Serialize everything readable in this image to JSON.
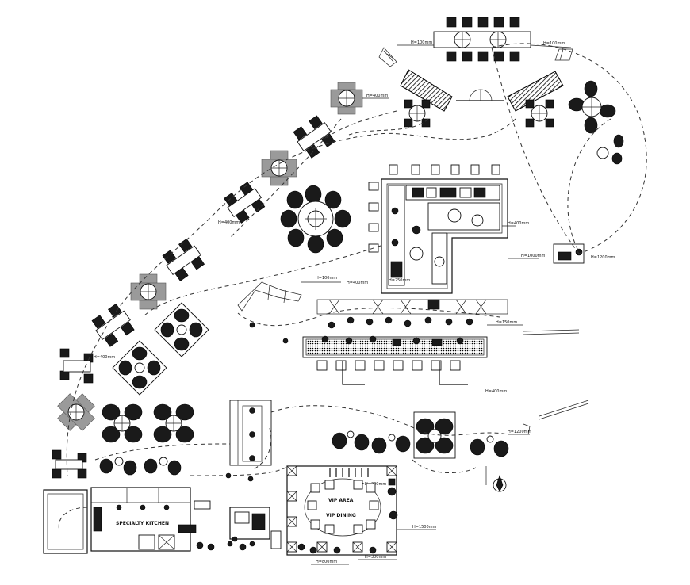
{
  "drawing": {
    "labels": {
      "level_top": "H=100mm",
      "level_left_cluster": "H=400mm",
      "level_bar_left": "H=100mm",
      "level_bar_left_b": "H=400mm",
      "level_bar_right": "H=150mm",
      "level_kitchen_side": "H=400mm",
      "level_kitchen_bottom": "H=250mm",
      "level_corner": "H=1000mm",
      "level_right_island": "H=1200mm",
      "level_mid": "H=400mm",
      "level_vip_top": "H=200mm",
      "level_vip_right": "H=1500mm",
      "level_vip_bottom": "H=800mm",
      "level_vip_bottom_b": "H=300mm",
      "level_entry": "H=100mm",
      "level_small": "H=400mm",
      "specialty_kitchen": "SPECIALTY KITCHEN",
      "vip_area": "VIP AREA",
      "vip_dining": "VIP DINING"
    }
  }
}
